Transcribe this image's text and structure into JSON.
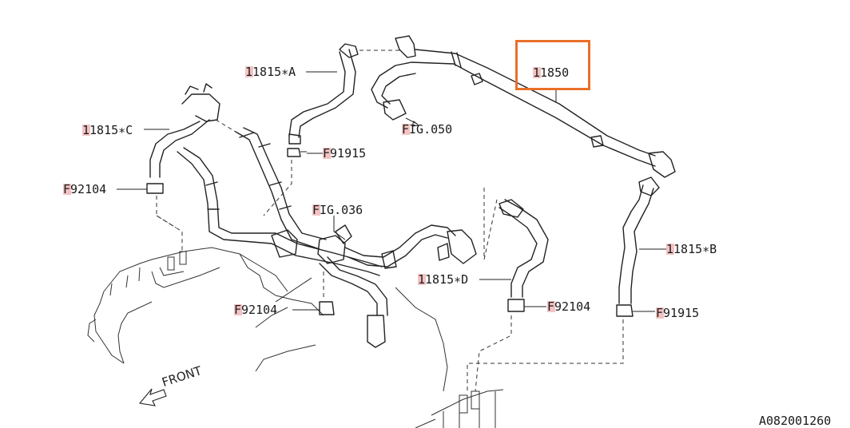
{
  "highlight_color": "#f4c2c2",
  "callout_color": "#e8702a",
  "labels": [
    {
      "id": "l-11815a",
      "prefix": "1",
      "text": "1815∗A"
    },
    {
      "id": "l-11815c",
      "prefix": "1",
      "text": "1815∗C"
    },
    {
      "id": "l-11850",
      "prefix": "1",
      "text": "1850"
    },
    {
      "id": "l-fig050",
      "prefix": "F",
      "text": "IG.050"
    },
    {
      "id": "l-f91915a",
      "prefix": "F",
      "text": "91915"
    },
    {
      "id": "l-f92104a",
      "prefix": "F",
      "text": "92104"
    },
    {
      "id": "l-fig036",
      "prefix": "F",
      "text": "IG.036"
    },
    {
      "id": "l-11815d",
      "prefix": "1",
      "text": "1815∗D"
    },
    {
      "id": "l-f92104b",
      "prefix": "F",
      "text": "92104"
    },
    {
      "id": "l-f92104c",
      "prefix": "F",
      "text": "92104"
    },
    {
      "id": "l-11815b",
      "prefix": "1",
      "text": "1815∗B"
    },
    {
      "id": "l-f91915b",
      "prefix": "F",
      "text": "91915"
    }
  ],
  "front_label": "FRONT",
  "reference_code": "A082001260"
}
